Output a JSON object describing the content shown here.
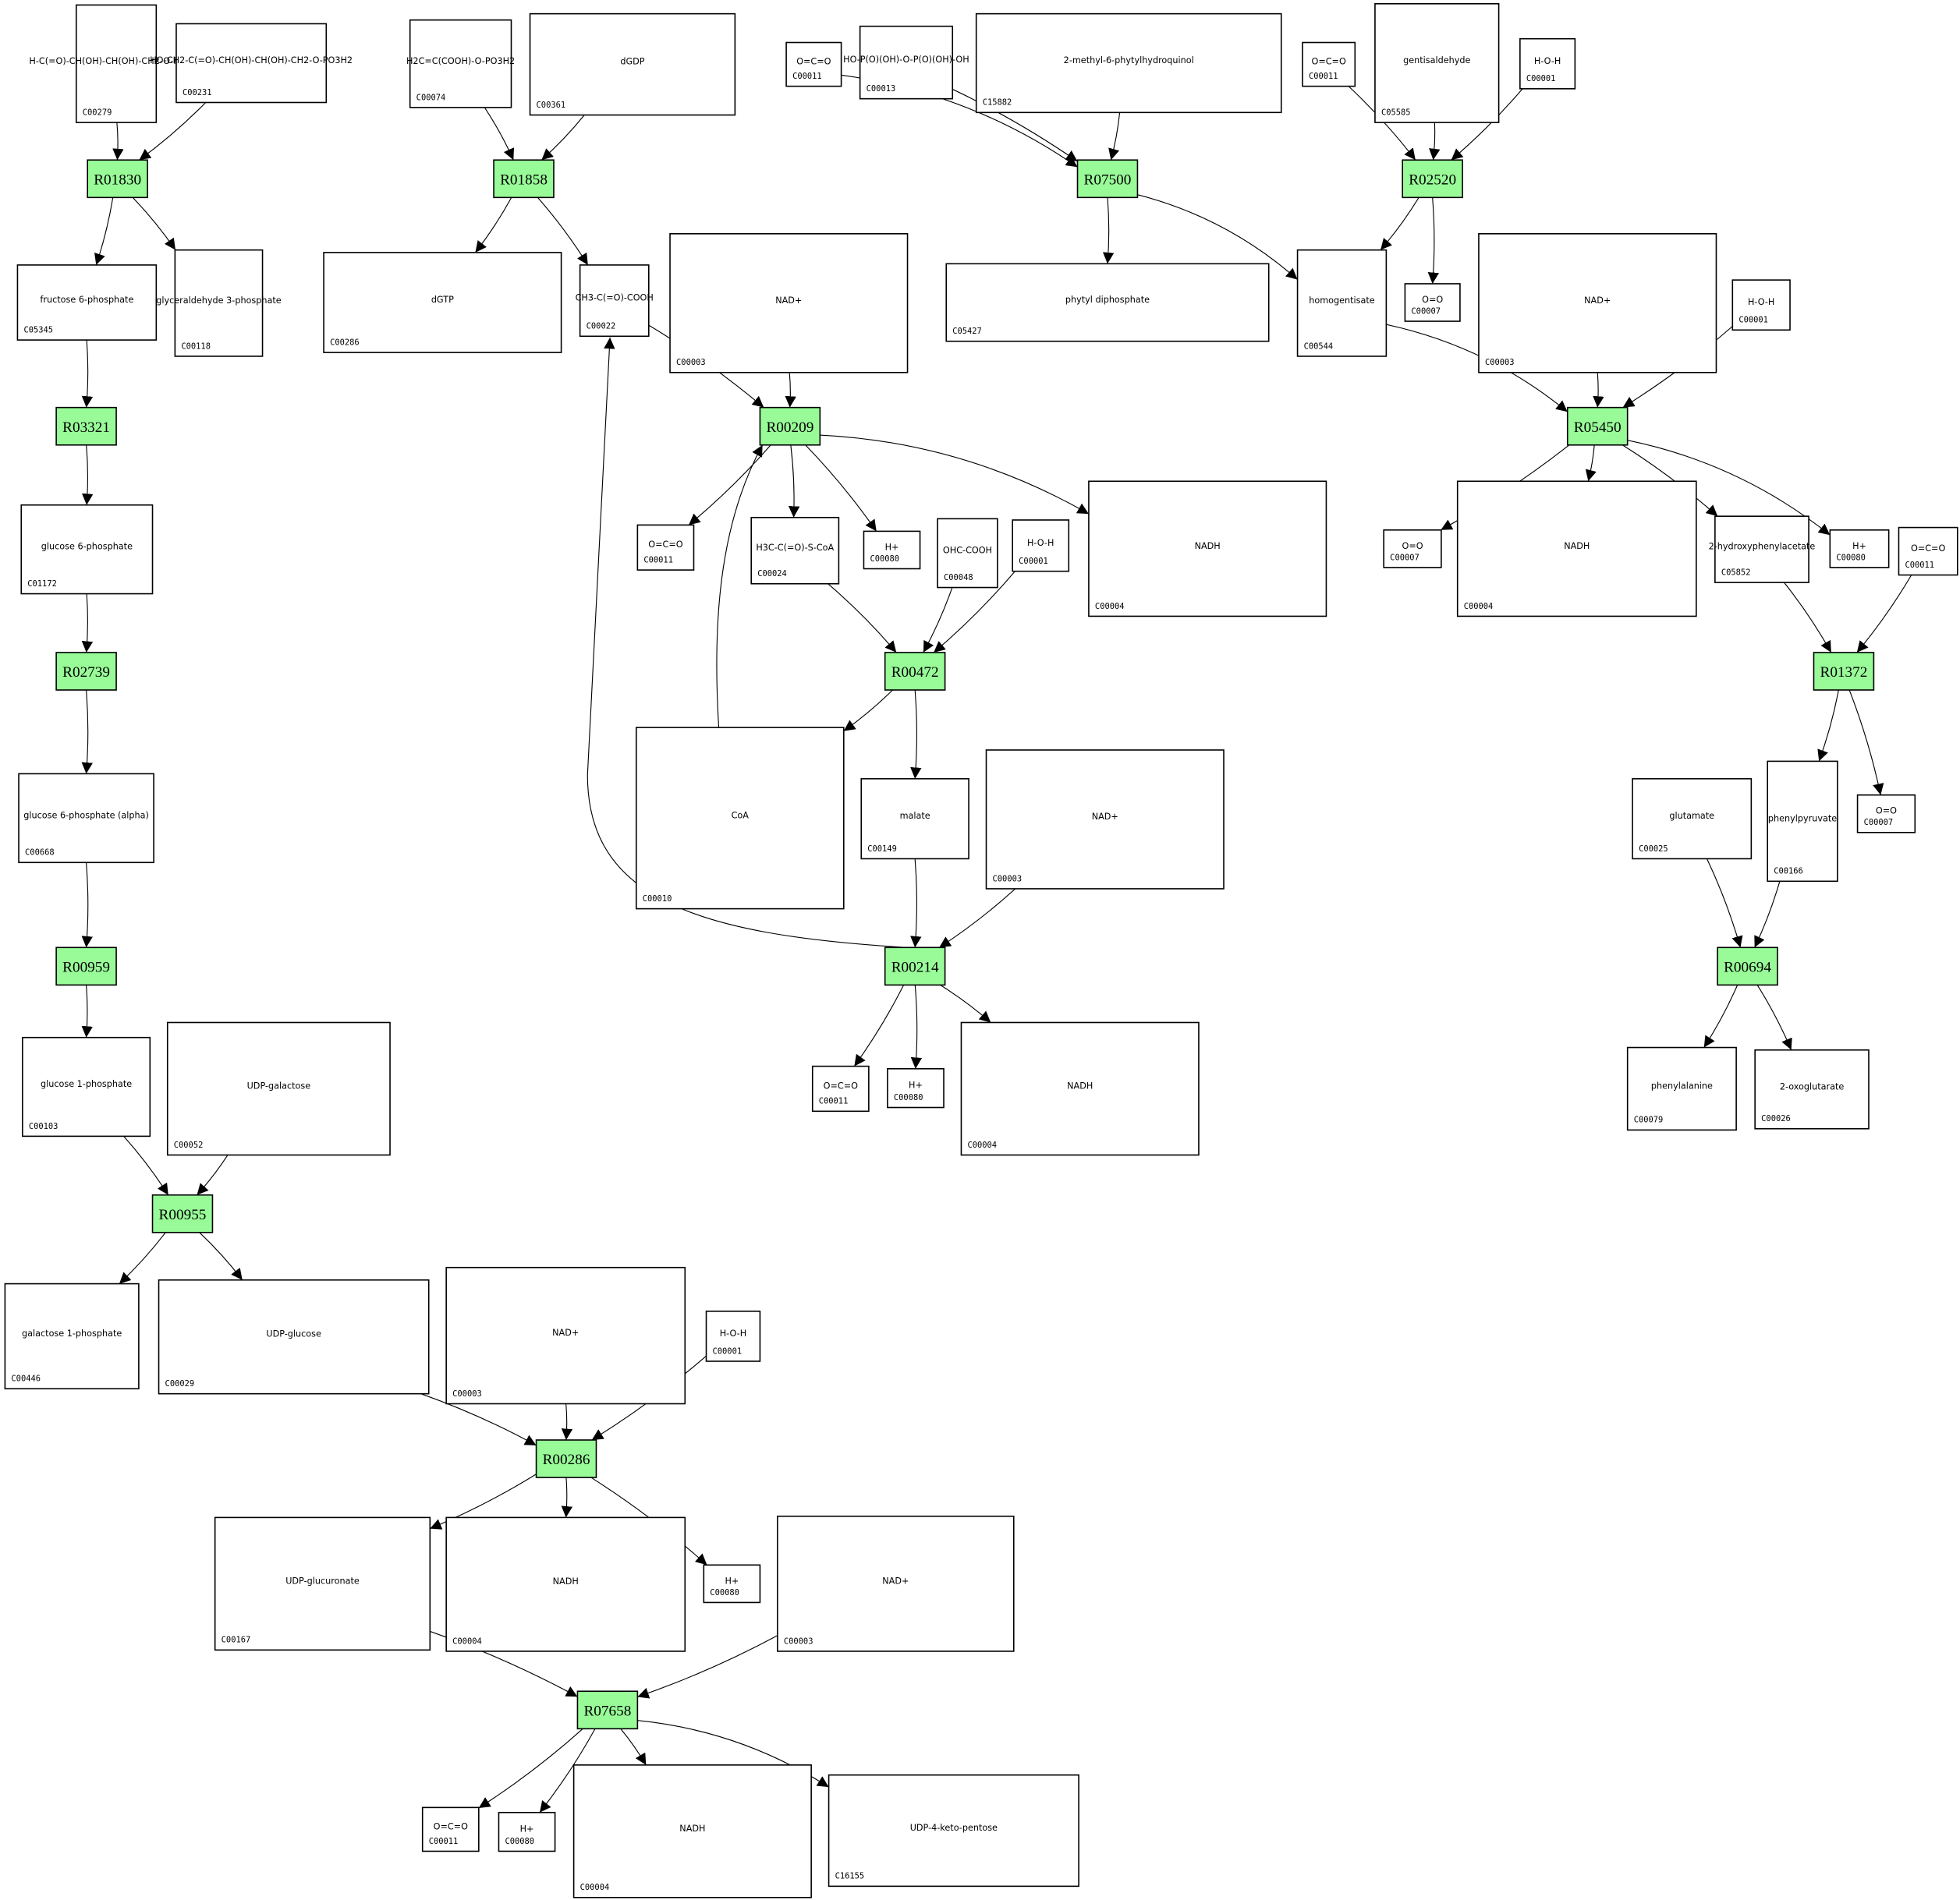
{
  "diagram": {
    "title": "",
    "colors": {
      "reaction_fill": "#98fb98",
      "compound_fill": "#ffffff",
      "stroke": "#000000"
    },
    "reactions": [
      {
        "id": "R01830"
      },
      {
        "id": "R01858"
      },
      {
        "id": "R07500"
      },
      {
        "id": "R02520"
      },
      {
        "id": "R03321"
      },
      {
        "id": "R00209"
      },
      {
        "id": "R05450"
      },
      {
        "id": "R00472"
      },
      {
        "id": "R02739"
      },
      {
        "id": "R01372"
      },
      {
        "id": "R00214"
      },
      {
        "id": "R00694"
      },
      {
        "id": "R00959"
      },
      {
        "id": "R00955"
      },
      {
        "id": "R00286"
      },
      {
        "id": "R07658"
      }
    ],
    "compounds": [
      {
        "key": "n1",
        "id": "C00279",
        "structure": "H-C(=O)-CH(OH)-CH(OH)-CH2-O-PO3H2"
      },
      {
        "key": "n2",
        "id": "C00231",
        "structure": "HO-CH2-C(=O)-CH(OH)-CH(OH)-CH2-O-PO3H2"
      },
      {
        "key": "n3",
        "id": "C00074",
        "structure": "H2C=C(COOH)-O-PO3H2"
      },
      {
        "key": "n4",
        "id": "C00361",
        "structure": "dGDP"
      },
      {
        "key": "n5",
        "id": "C00011",
        "structure": "O=C=O"
      },
      {
        "key": "n6",
        "id": "C00013",
        "structure": "HO-P(O)(OH)-O-P(O)(OH)-OH"
      },
      {
        "key": "n7",
        "id": "C15882",
        "structure": "2-methyl-6-phytylhydroquinol"
      },
      {
        "key": "n8",
        "id": "C00011",
        "structure": "O=C=O"
      },
      {
        "key": "n9",
        "id": "C05585",
        "structure": "gentisaldehyde"
      },
      {
        "key": "n10",
        "id": "C00001",
        "structure": "H-O-H"
      },
      {
        "key": "n11",
        "id": "C05345",
        "structure": "fructose 6-phosphate"
      },
      {
        "key": "n12",
        "id": "C00118",
        "structure": "glyceraldehyde 3-phosphate"
      },
      {
        "key": "n13",
        "id": "C00286",
        "structure": "dGTP"
      },
      {
        "key": "n14",
        "id": "C00022",
        "structure": "CH3-C(=O)-COOH"
      },
      {
        "key": "n15",
        "id": "C00003",
        "structure": "NAD+"
      },
      {
        "key": "n16",
        "id": "C05427",
        "structure": "phytyl diphosphate"
      },
      {
        "key": "n17",
        "id": "C00544",
        "structure": "homogentisate"
      },
      {
        "key": "n18",
        "id": "C00007",
        "structure": "O=O"
      },
      {
        "key": "n19",
        "id": "C00003",
        "structure": "NAD+"
      },
      {
        "key": "n20",
        "id": "C00001",
        "structure": "H-O-H"
      },
      {
        "key": "n21",
        "id": "C01172",
        "structure": "glucose 6-phosphate"
      },
      {
        "key": "n22",
        "id": "C00011",
        "structure": "O=C=O"
      },
      {
        "key": "n23",
        "id": "C00024",
        "structure": "H3C-C(=O)-S-CoA"
      },
      {
        "key": "n24",
        "id": "C00080",
        "structure": "H+"
      },
      {
        "key": "n25",
        "id": "C00048",
        "structure": "OHC-COOH"
      },
      {
        "key": "n26",
        "id": "C00001",
        "structure": "H-O-H"
      },
      {
        "key": "n27",
        "id": "C00004",
        "structure": "NADH"
      },
      {
        "key": "n28",
        "id": "C00007",
        "structure": "O=O"
      },
      {
        "key": "n29",
        "id": "C00004",
        "structure": "NADH"
      },
      {
        "key": "n30",
        "id": "C05852",
        "structure": "2-hydroxyphenylacetate"
      },
      {
        "key": "n31",
        "id": "C00080",
        "structure": "H+"
      },
      {
        "key": "n32",
        "id": "C00011",
        "structure": "O=C=O"
      },
      {
        "key": "n33",
        "id": "C00668",
        "structure": "glucose 6-phosphate (alpha)"
      },
      {
        "key": "n34",
        "id": "C00010",
        "structure": "CoA"
      },
      {
        "key": "n35",
        "id": "C00149",
        "structure": "malate"
      },
      {
        "key": "n36",
        "id": "C00003",
        "structure": "NAD+"
      },
      {
        "key": "n37",
        "id": "C00166",
        "structure": "phenylpyruvate"
      },
      {
        "key": "n38",
        "id": "C00007",
        "structure": "O=O"
      },
      {
        "key": "n39",
        "id": "C00025",
        "structure": "glutamate"
      },
      {
        "key": "n40",
        "id": "C00011",
        "structure": "O=C=O"
      },
      {
        "key": "n41",
        "id": "C00080",
        "structure": "H+"
      },
      {
        "key": "n42",
        "id": "C00004",
        "structure": "NADH"
      },
      {
        "key": "n43",
        "id": "C00079",
        "structure": "phenylalanine"
      },
      {
        "key": "n44",
        "id": "C00026",
        "structure": "2-oxoglutarate"
      },
      {
        "key": "n45",
        "id": "C00103",
        "structure": "glucose 1-phosphate"
      },
      {
        "key": "n46",
        "id": "C00052",
        "structure": "UDP-galactose"
      },
      {
        "key": "n47",
        "id": "C00446",
        "structure": "galactose 1-phosphate"
      },
      {
        "key": "n48",
        "id": "C00029",
        "structure": "UDP-glucose"
      },
      {
        "key": "n49",
        "id": "C00003",
        "structure": "NAD+"
      },
      {
        "key": "n50",
        "id": "C00001",
        "structure": "H-O-H"
      },
      {
        "key": "n51",
        "id": "C00167",
        "structure": "UDP-glucuronate"
      },
      {
        "key": "n52",
        "id": "C00004",
        "structure": "NADH"
      },
      {
        "key": "n53",
        "id": "C00080",
        "structure": "H+"
      },
      {
        "key": "n54",
        "id": "C00003",
        "structure": "NAD+"
      },
      {
        "key": "n55",
        "id": "C00011",
        "structure": "O=C=O"
      },
      {
        "key": "n56",
        "id": "C00080",
        "structure": "H+"
      },
      {
        "key": "n57",
        "id": "C00004",
        "structure": "NADH"
      },
      {
        "key": "n58",
        "id": "C16155",
        "structure": "UDP-4-keto-pentose"
      }
    ],
    "edges": [
      [
        "n1",
        "R01830"
      ],
      [
        "n2",
        "R01830"
      ],
      [
        "R01830",
        "n11"
      ],
      [
        "R01830",
        "n12"
      ],
      [
        "n3",
        "R01858"
      ],
      [
        "n4",
        "R01858"
      ],
      [
        "R01858",
        "n13"
      ],
      [
        "R01858",
        "n14"
      ],
      [
        "n5",
        "R07500"
      ],
      [
        "n6",
        "R07500"
      ],
      [
        "n7",
        "R07500"
      ],
      [
        "R07500",
        "n16"
      ],
      [
        "R07500",
        "n17"
      ],
      [
        "n8",
        "R02520"
      ],
      [
        "n9",
        "R02520"
      ],
      [
        "n10",
        "R02520"
      ],
      [
        "R02520",
        "n17"
      ],
      [
        "R02520",
        "n18"
      ],
      [
        "n11",
        "R03321"
      ],
      [
        "R03321",
        "n21"
      ],
      [
        "n14",
        "R00209"
      ],
      [
        "n15",
        "R00209"
      ],
      [
        "n34",
        "R00209"
      ],
      [
        "R00209",
        "n22"
      ],
      [
        "R00209",
        "n23"
      ],
      [
        "R00209",
        "n24"
      ],
      [
        "R00209",
        "n27"
      ],
      [
        "n17",
        "R05450"
      ],
      [
        "n19",
        "R05450"
      ],
      [
        "n20",
        "R05450"
      ],
      [
        "R05450",
        "n28"
      ],
      [
        "R05450",
        "n29"
      ],
      [
        "R05450",
        "n30"
      ],
      [
        "R05450",
        "n31"
      ],
      [
        "n23",
        "R00472"
      ],
      [
        "n25",
        "R00472"
      ],
      [
        "n26",
        "R00472"
      ],
      [
        "R00472",
        "n34"
      ],
      [
        "R00472",
        "n35"
      ],
      [
        "n21",
        "R02739"
      ],
      [
        "R02739",
        "n33"
      ],
      [
        "n30",
        "R01372"
      ],
      [
        "n32",
        "R01372"
      ],
      [
        "R01372",
        "n37"
      ],
      [
        "R01372",
        "n38"
      ],
      [
        "n35",
        "R00214"
      ],
      [
        "n36",
        "R00214"
      ],
      [
        "R00214",
        "n14"
      ],
      [
        "R00214",
        "n40"
      ],
      [
        "R00214",
        "n41"
      ],
      [
        "R00214",
        "n42"
      ],
      [
        "n39",
        "R00694"
      ],
      [
        "n37",
        "R00694"
      ],
      [
        "R00694",
        "n43"
      ],
      [
        "R00694",
        "n44"
      ],
      [
        "n33",
        "R00959"
      ],
      [
        "R00959",
        "n45"
      ],
      [
        "n45",
        "R00955"
      ],
      [
        "n46",
        "R00955"
      ],
      [
        "R00955",
        "n47"
      ],
      [
        "R00955",
        "n48"
      ],
      [
        "n48",
        "R00286"
      ],
      [
        "n49",
        "R00286"
      ],
      [
        "n50",
        "R00286"
      ],
      [
        "R00286",
        "n51"
      ],
      [
        "R00286",
        "n52"
      ],
      [
        "R00286",
        "n53"
      ],
      [
        "n51",
        "R07658"
      ],
      [
        "n54",
        "R07658"
      ],
      [
        "R07658",
        "n55"
      ],
      [
        "R07658",
        "n56"
      ],
      [
        "R07658",
        "n57"
      ],
      [
        "R07658",
        "n58"
      ]
    ]
  }
}
